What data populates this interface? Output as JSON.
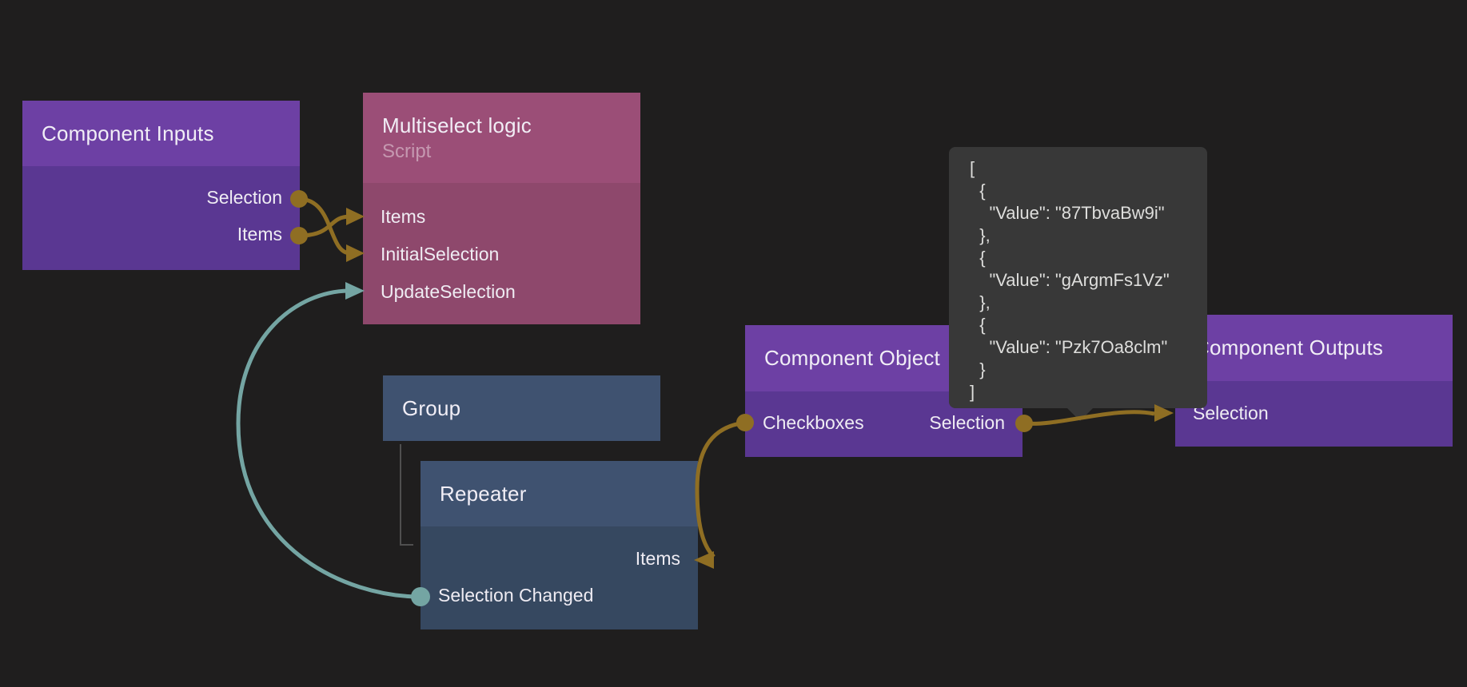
{
  "app": {
    "view": "node-graph-editor"
  },
  "colors": {
    "background": "#1f1e1e",
    "purple_header": "#6d40a4",
    "purple_body": "#5a3792",
    "pink_header": "#9b4e77",
    "pink_body": "#8e486c",
    "slate_header": "#3f5270",
    "slate_body": "#364860",
    "connection_gold": "#8f6e23",
    "connection_teal": "#74a5a3",
    "tooltip_bg": "#383838"
  },
  "nodes": {
    "component_inputs": {
      "title": "Component Inputs",
      "ports": {
        "selection": "Selection",
        "items": "Items"
      }
    },
    "multiselect_logic": {
      "title": "Multiselect logic",
      "subtitle": "Script",
      "ports": {
        "items": "Items",
        "initial_selection": "InitialSelection",
        "update_selection": "UpdateSelection"
      }
    },
    "group": {
      "title": "Group"
    },
    "repeater": {
      "title": "Repeater",
      "ports": {
        "items": "Items",
        "selection_changed": "Selection Changed"
      }
    },
    "component_object": {
      "title": "Component Object",
      "ports": {
        "checkboxes": "Checkboxes",
        "selection": "Selection"
      }
    },
    "component_outputs": {
      "title": "Component Outputs",
      "ports": {
        "selection": "Selection"
      }
    }
  },
  "connections": [
    {
      "from": "Component Inputs.Selection",
      "to": "Multiselect logic.InitialSelection",
      "color": "#8f6e23"
    },
    {
      "from": "Component Inputs.Items",
      "to": "Multiselect logic.Items",
      "color": "#8f6e23"
    },
    {
      "from": "Repeater.Selection Changed",
      "to": "Multiselect logic.UpdateSelection",
      "color": "#74a5a3"
    },
    {
      "from": "Component Object.Checkboxes",
      "to": "Repeater.Items",
      "color": "#8f6e23"
    },
    {
      "from": "Component Object.Selection",
      "to": "Component Outputs.Selection",
      "color": "#8f6e23"
    }
  ],
  "tooltip": {
    "text": "[\n  {\n    \"Value\": \"87TbvaBw9i\"\n  },\n  {\n    \"Value\": \"gArgmFs1Vz\"\n  },\n  {\n    \"Value\": \"Pzk7Oa8clm\"\n  }\n]"
  }
}
